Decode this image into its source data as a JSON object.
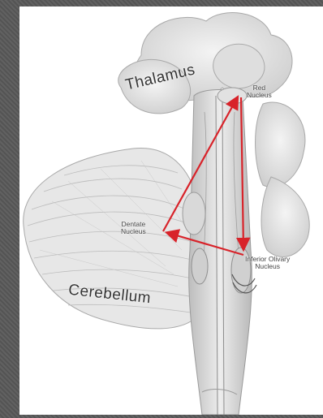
{
  "labels": {
    "thalamus": "Thalamus",
    "red_nucleus": "Red\nNucleus",
    "dentate_nucleus": "Dentate\nNucleus",
    "inferior_olivary_nucleus": "Inferior Olivary\nNucleus",
    "cerebellum": "Cerebellum"
  },
  "colors": {
    "arrow": "#d8232a",
    "background_frame": "#595959"
  }
}
